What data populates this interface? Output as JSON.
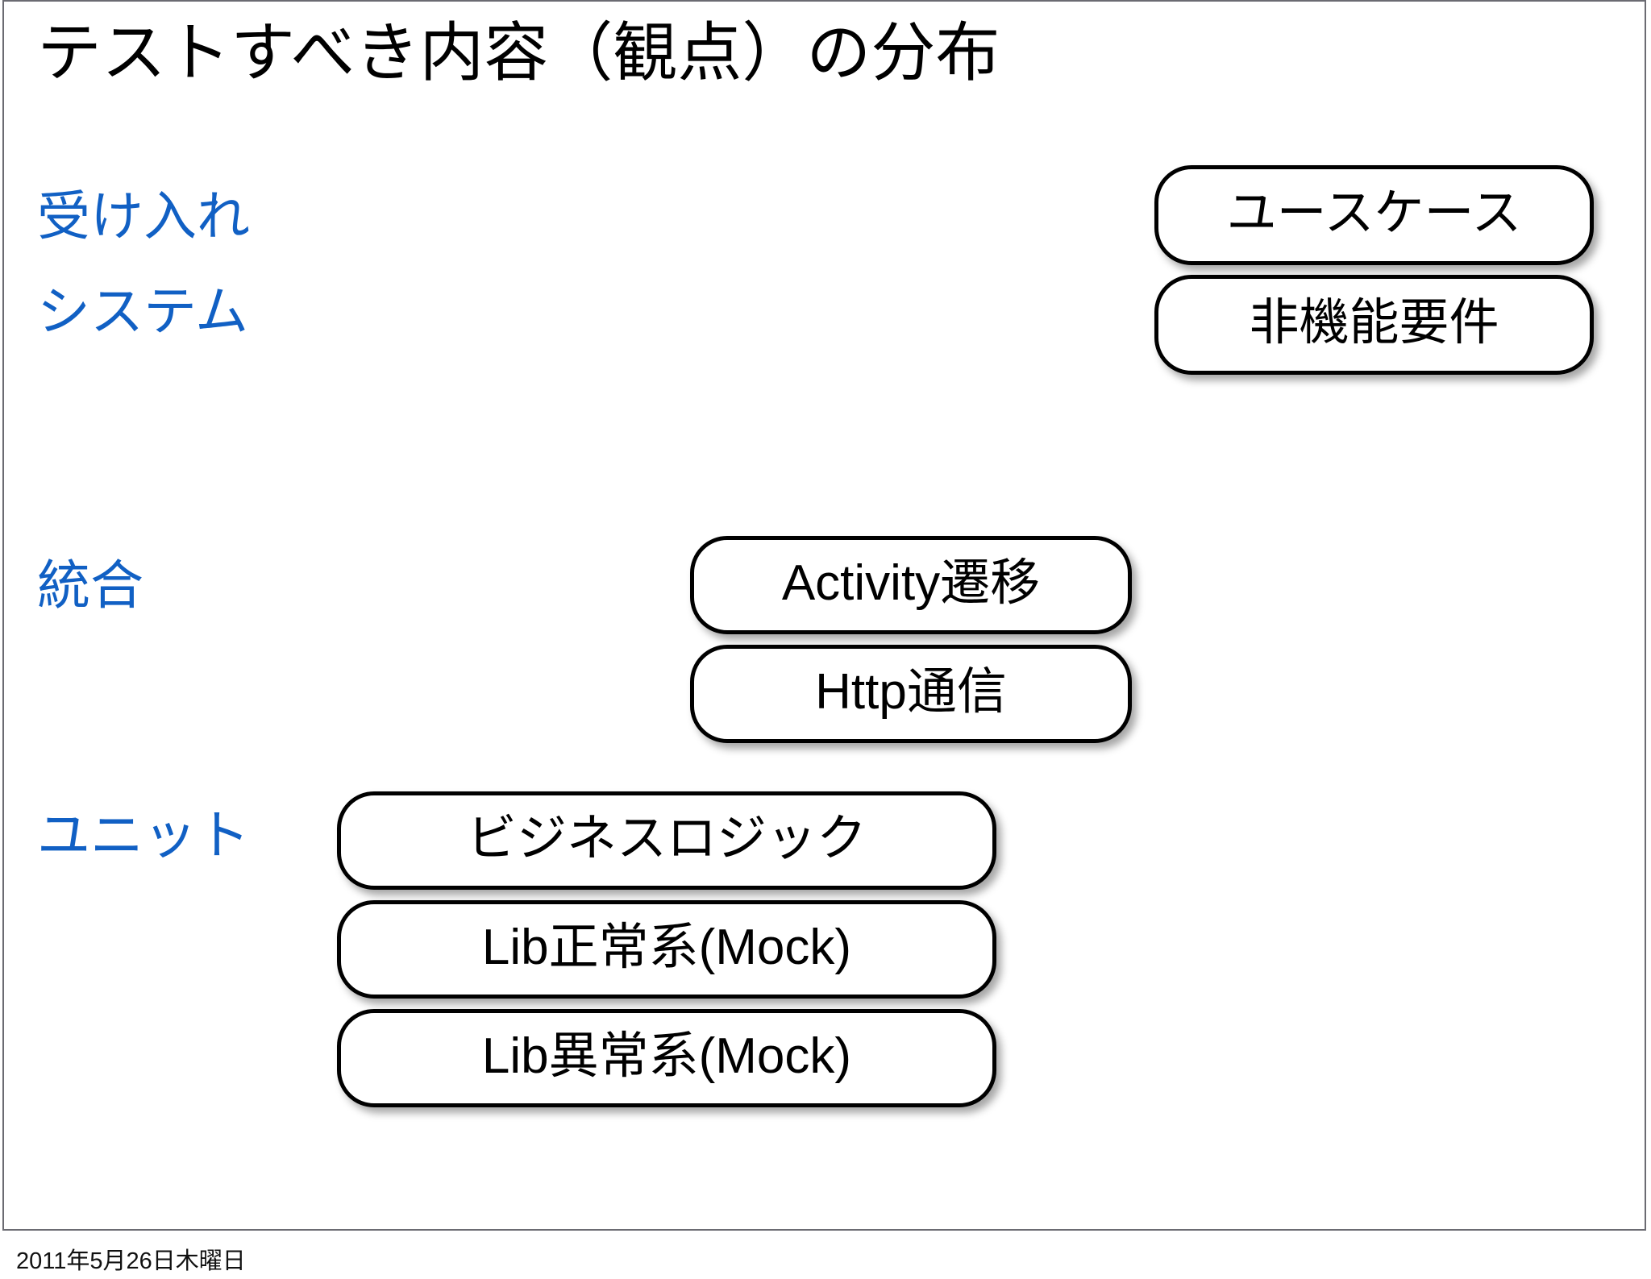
{
  "slide": {
    "title": "テストすべき内容（観点）の分布",
    "background_color": "#ffffff",
    "frame_color": "#6b6b72",
    "accent_color": "#1160c4",
    "shape_border_color": "#000000"
  },
  "levels": [
    {
      "key": "acceptance",
      "label": "受け入れ"
    },
    {
      "key": "system",
      "label": "システム"
    },
    {
      "key": "integration",
      "label": "統合"
    },
    {
      "key": "unit",
      "label": "ユニット"
    }
  ],
  "pills": {
    "usecase": "ユースケース",
    "nonfunctional": "非機能要件",
    "activity": "Activity遷移",
    "http": "Http通信",
    "business_logic": "ビジネスロジック",
    "lib_normal": "Lib正常系(Mock)",
    "lib_abnormal": "Lib異常系(Mock)"
  },
  "footer": {
    "date": "2011年5月26日木曜日"
  }
}
